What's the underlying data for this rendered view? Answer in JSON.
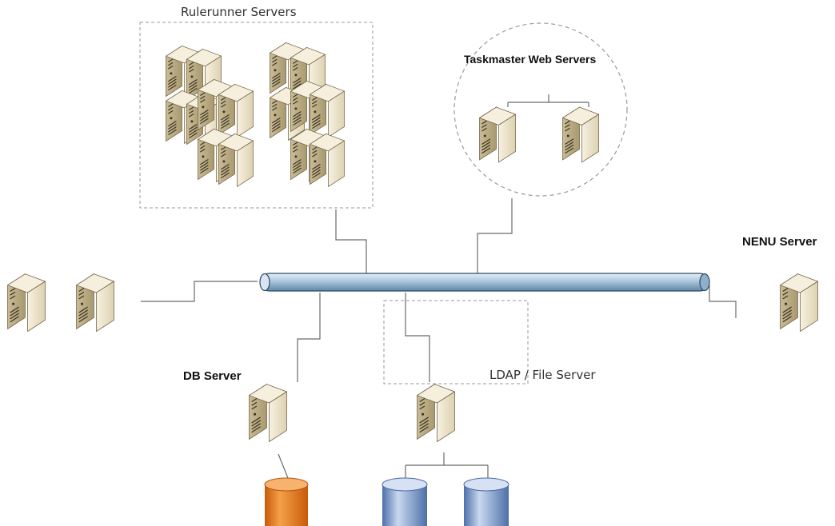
{
  "labels": {
    "rulerunner": "Rulerunner Servers",
    "taskmaster": "Taskmaster Web Servers",
    "nenu": "NENU Server",
    "db": "DB Server",
    "ldap": "LDAP / File Server"
  },
  "icons": {
    "server": "server-tower-icon",
    "database": "database-cylinder-icon"
  },
  "colors": {
    "server_front": "#eee5cf",
    "server_side": "#c6b994",
    "server_top": "#f6efdd",
    "network_bus": "#a9c6dc",
    "db_cylinder": "#e87a1c",
    "storage_cylinder": "#7f9fd0",
    "group_border": "#9a9a9a",
    "connector": "#6a6a6a"
  }
}
